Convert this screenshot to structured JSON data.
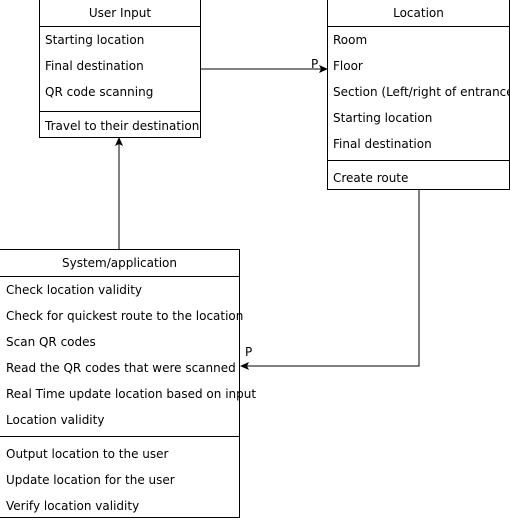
{
  "user_input": {
    "title": "User Input",
    "attributes": [
      "Starting location",
      "Final destination",
      "QR code scanning"
    ],
    "operations": [
      "Travel to their destination"
    ]
  },
  "location": {
    "title": "Location",
    "attributes": [
      "Room",
      "Floor",
      "Section (Left/right of entrance)",
      "Starting location",
      "Final destination"
    ],
    "operations": [
      "Create route"
    ]
  },
  "system": {
    "title": "System/application",
    "attributes": [
      "Check location validity",
      "Check for quickest route to the location",
      "Scan QR codes",
      "Read the QR codes that were scanned",
      "Real Time update location based on input",
      "Location validity"
    ],
    "operations": [
      "Output location to the user",
      "Update location for the user",
      "Verify location validity"
    ]
  },
  "edges": {
    "user_to_location_label": "P",
    "location_to_system_label": "P"
  }
}
